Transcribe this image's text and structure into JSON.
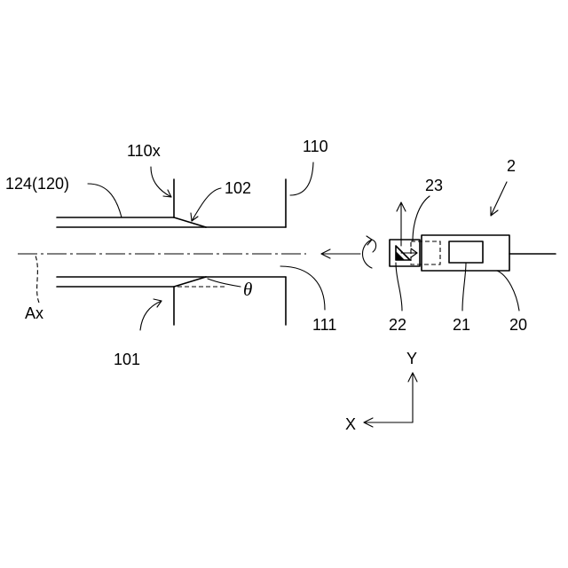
{
  "labels": {
    "device": "2",
    "housing": "110",
    "housing_edge": "110x",
    "tube": "124(120)",
    "taper": "102",
    "prism_window": "23",
    "bore": "101",
    "opening": "111",
    "prism": "22",
    "sensor": "21",
    "probe": "20",
    "axis": "Ax",
    "angle": "θ",
    "y_axis": "Y",
    "x_axis": "X"
  }
}
